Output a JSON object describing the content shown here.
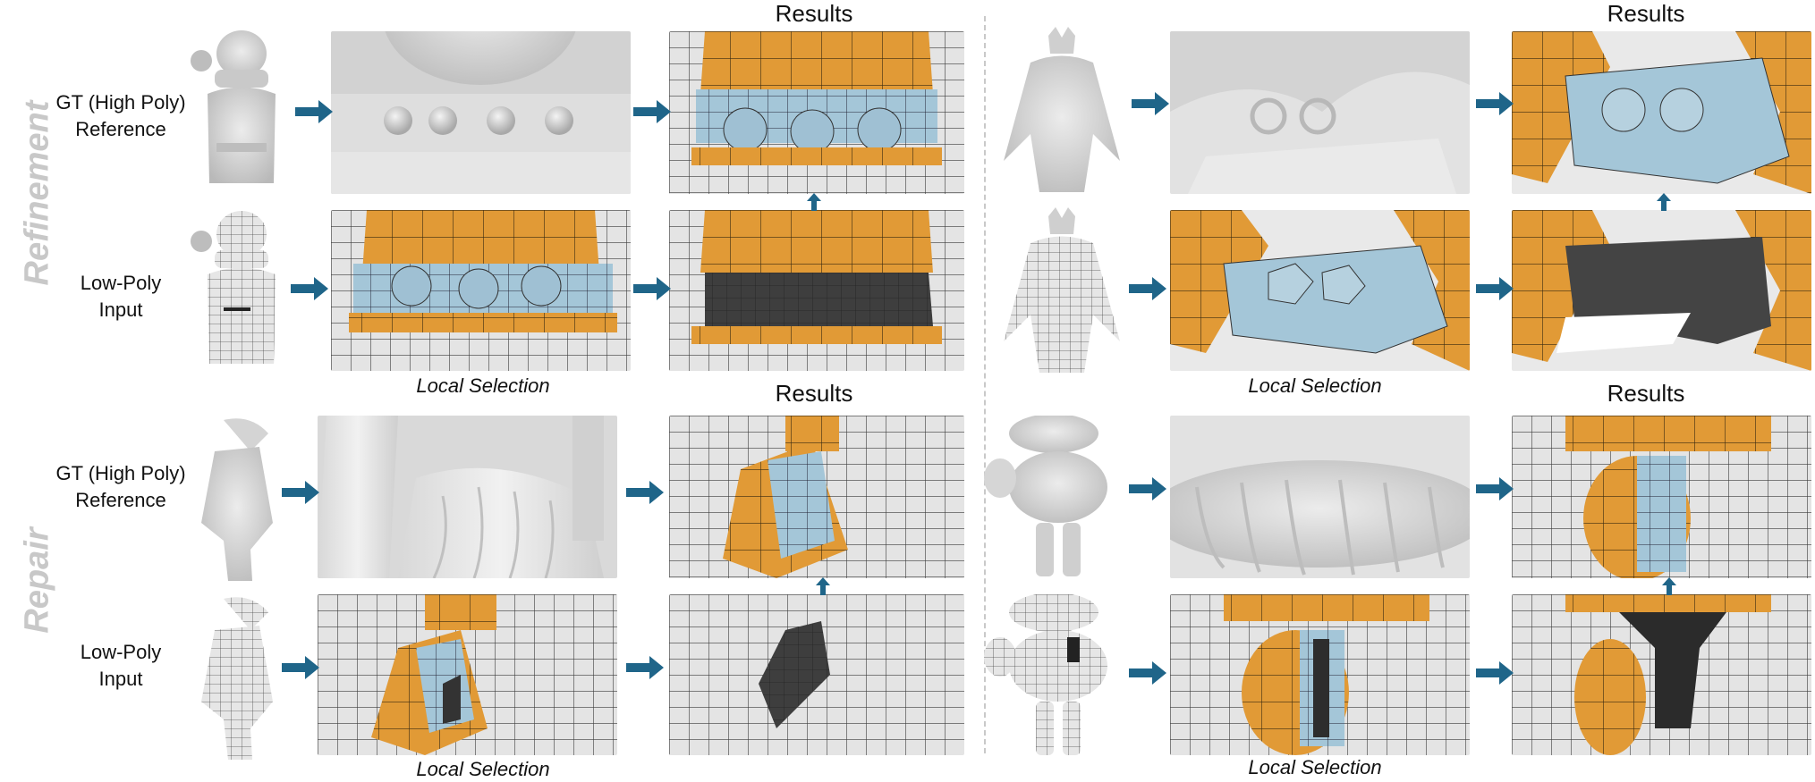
{
  "colors": {
    "arrow": "#1f6589",
    "orange": "#e19a36",
    "blue": "#a4c6d8",
    "dark": "#3a3a3a",
    "surface": "#dcdcdc"
  },
  "sections": {
    "refinement": {
      "label": "Refinement"
    },
    "repair": {
      "label": "Repair"
    }
  },
  "labels": {
    "gt_line1": "GT (High Poly)",
    "gt_line2": "Reference",
    "low_line1": "Low-Poly",
    "low_line2": "Input",
    "results": "Results",
    "local_selection": "Local Selection"
  }
}
